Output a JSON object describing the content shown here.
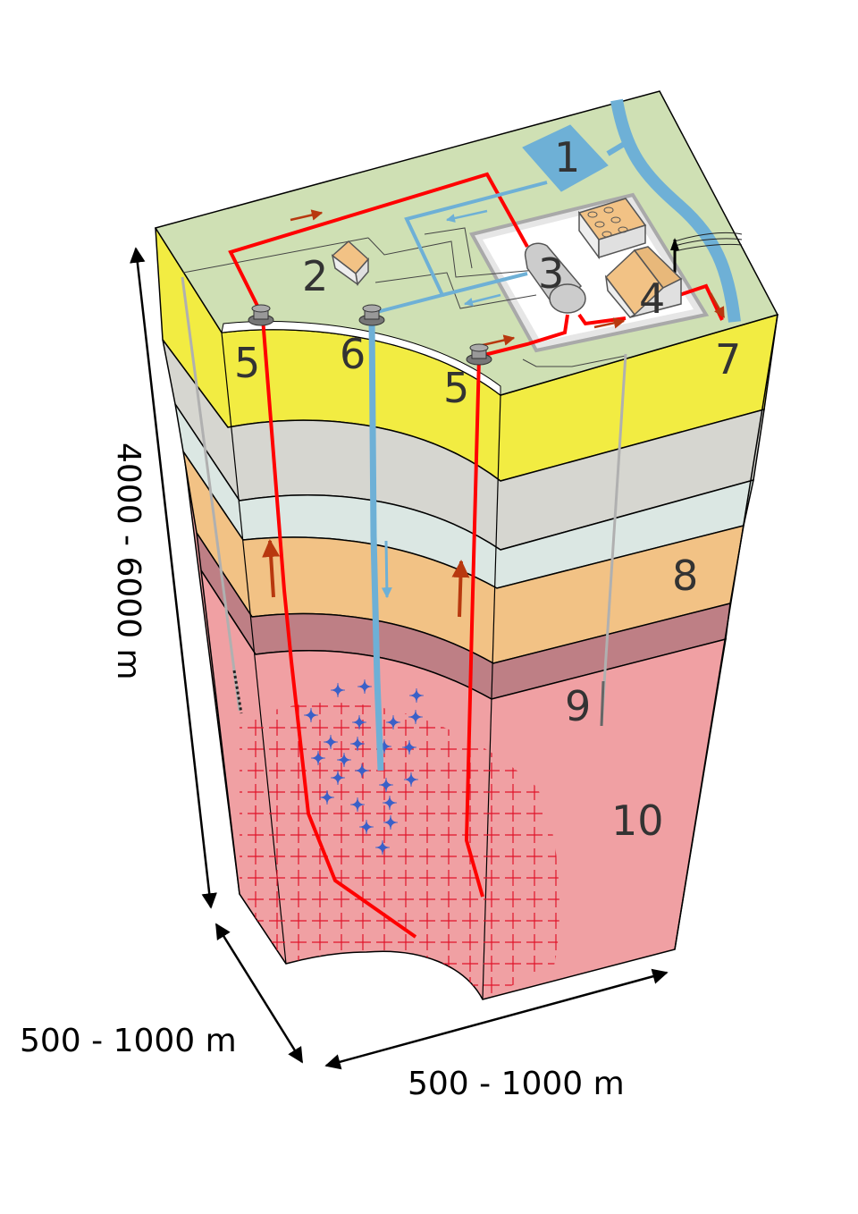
{
  "labels": {
    "n1": "1",
    "n2": "2",
    "n3": "3",
    "n4": "4",
    "n5a": "5",
    "n5b": "5",
    "n6": "6",
    "n7": "7",
    "n8": "8",
    "n9": "9",
    "n10": "10"
  },
  "dimensions": {
    "depth": "4000 - 6000 m",
    "width_left": "500 - 1000 m",
    "width_right": "500 - 1000 m"
  },
  "colors": {
    "surface": "#cfe0b4",
    "yellow_layer": "#f2ec42",
    "grey_layer": "#d6d6d0",
    "pale_layer": "#dbe7e3",
    "orange_layer": "#f2c285",
    "mauve_layer": "#be7f85",
    "granite": "#f0a0a3",
    "hot_pipe": "#ff0000",
    "cold_pipe": "#6eb0d6",
    "river": "#6eb0d6",
    "flow_arrow": "#b8380f",
    "fracture_red": "#e0142a",
    "fracture_blue": "#3a60c8"
  }
}
